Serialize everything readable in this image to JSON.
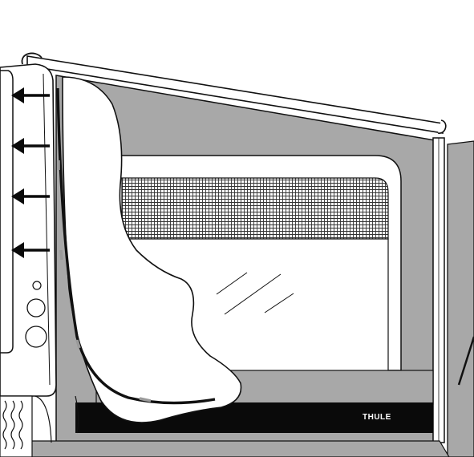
{
  "figure": {
    "brand_text": "THULE",
    "arrow_count": 4,
    "arrow_direction": "left",
    "colors": {
      "panel_gray": "#a8a8a8",
      "line": "#111111",
      "background": "#ffffff",
      "footer_band": "#0a0a0a",
      "zip_marker": "#9a9a9a"
    }
  }
}
